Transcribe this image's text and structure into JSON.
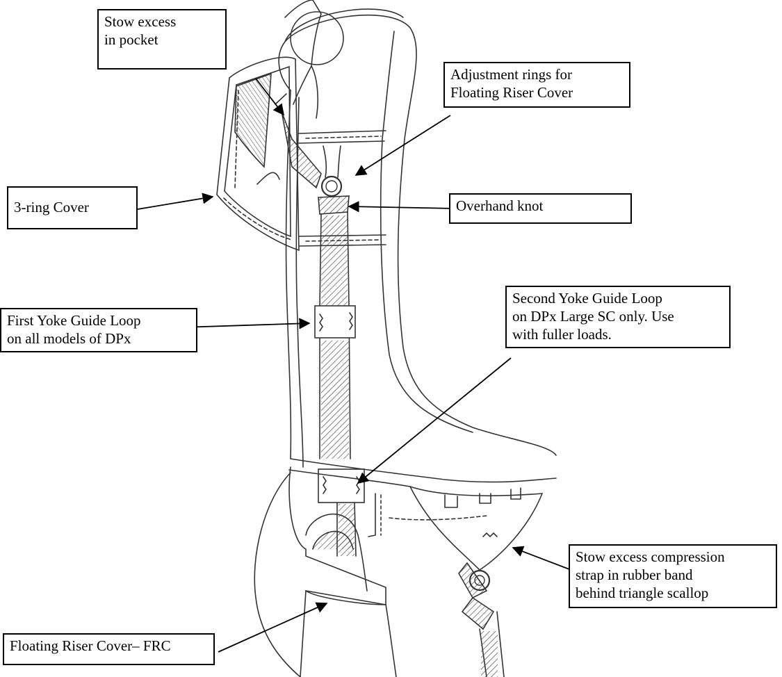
{
  "labels": {
    "stow_pocket": "Stow excess\nin pocket",
    "adjustment_rings": "Adjustment rings for\nFloating Riser Cover",
    "three_ring_cover": "3-ring Cover",
    "overhand_knot": "Overhand knot",
    "first_yoke": "First Yoke Guide Loop\non all models of DPx",
    "second_yoke": "Second Yoke Guide Loop\non DPx Large SC only. Use\nwith fuller loads.",
    "stow_compression": "Stow excess compression\nstrap in rubber band\nbehind triangle scallop",
    "frc": "Floating Riser Cover– FRC"
  }
}
